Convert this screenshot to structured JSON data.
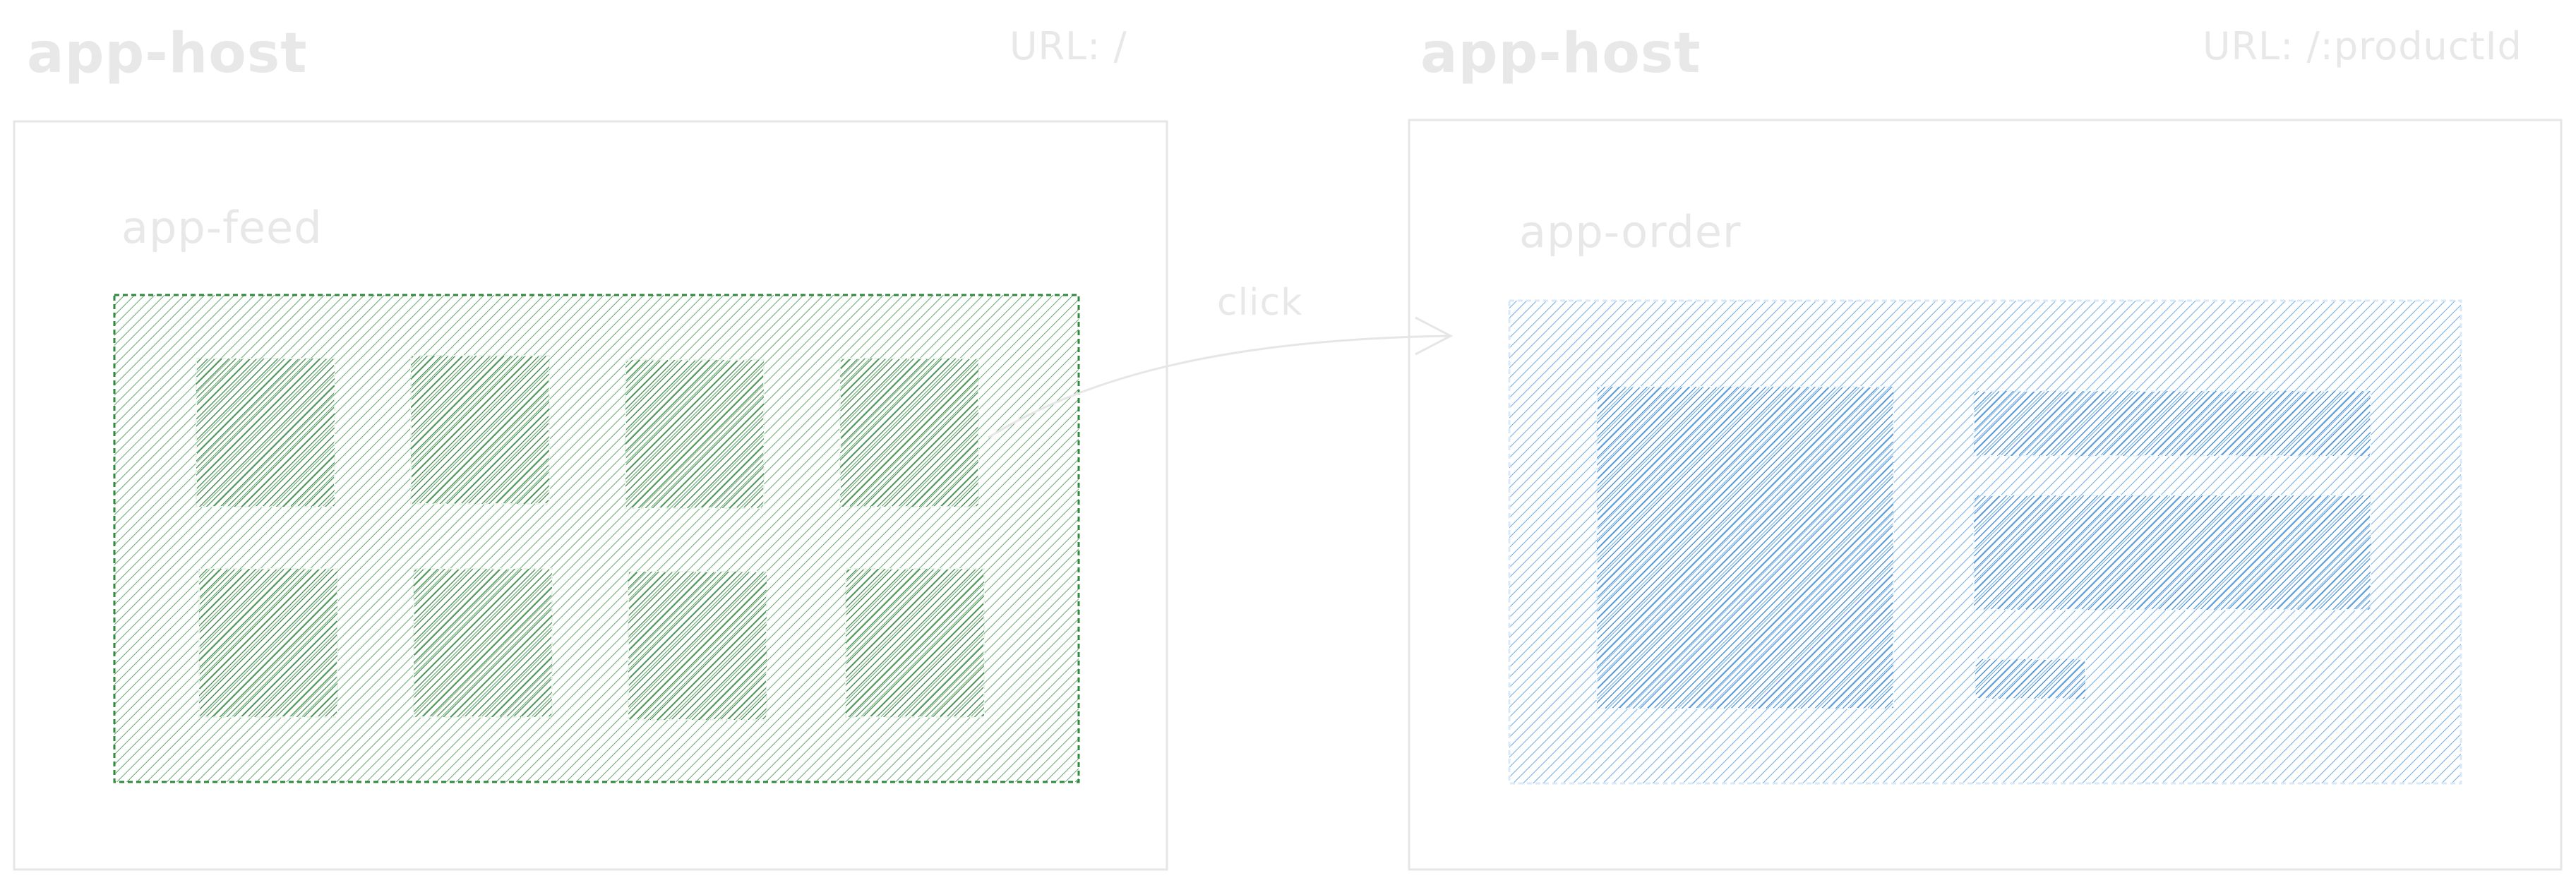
{
  "left_panel": {
    "host_label": "app-host",
    "url_label": "URL: /",
    "component_label": "app-feed",
    "tile_count": 8
  },
  "right_panel": {
    "host_label": "app-host",
    "url_label": "URL: /:productId",
    "component_label": "app-order"
  },
  "transition": {
    "label": "click"
  },
  "colors": {
    "feed_hatch": "#2f8a3e",
    "feed_tile": "#2f8a3e",
    "order_hatch": "#3b8fdc",
    "order_block": "#3b8fdc",
    "frame": "#e6e6e6",
    "label": "#e6e6e6"
  }
}
